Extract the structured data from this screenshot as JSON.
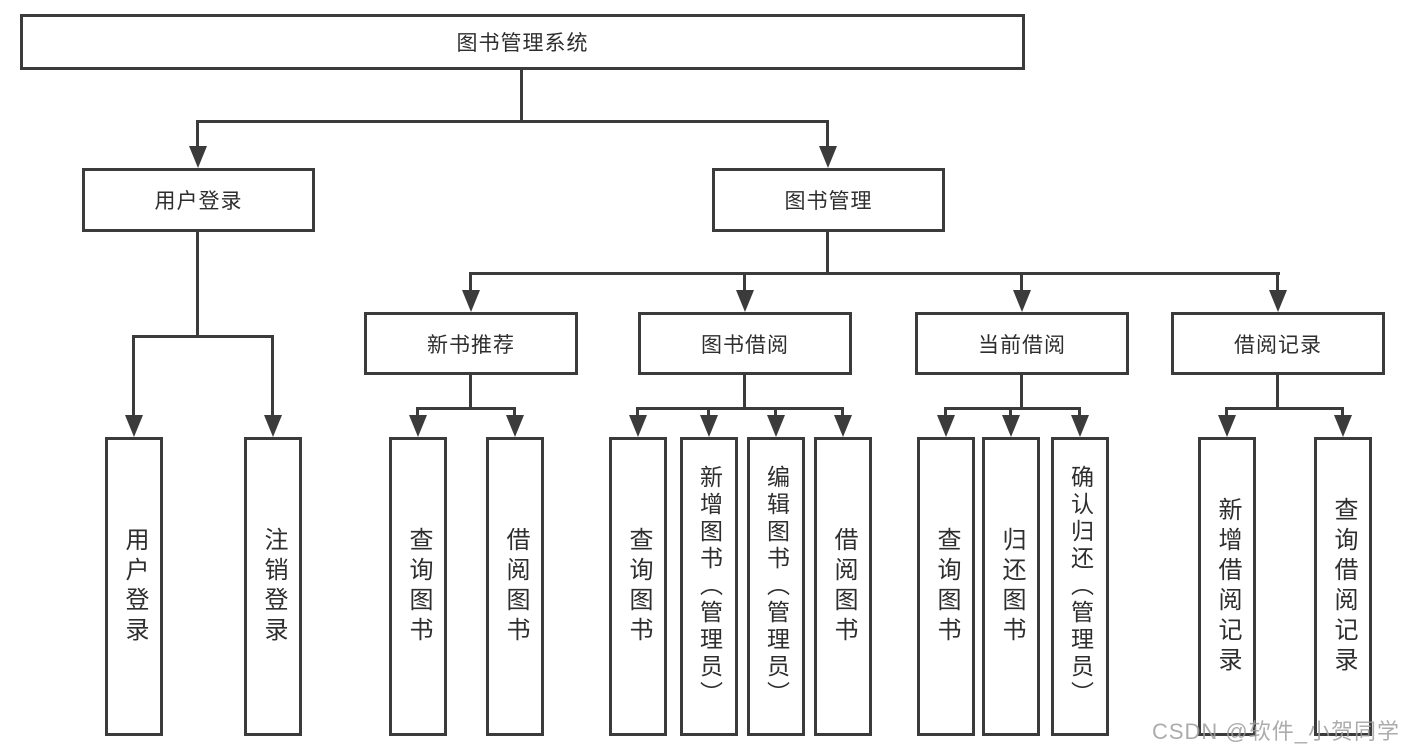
{
  "diagram": {
    "title": "图书管理系统",
    "tree": {
      "label": "图书管理系统",
      "children": [
        {
          "label": "用户登录",
          "children": [
            {
              "label": "用户登录"
            },
            {
              "label": "注销登录"
            }
          ]
        },
        {
          "label": "图书管理",
          "children": [
            {
              "label": "新书推荐",
              "children": [
                {
                  "label": "查询图书"
                },
                {
                  "label": "借阅图书"
                }
              ]
            },
            {
              "label": "图书借阅",
              "children": [
                {
                  "label": "查询图书"
                },
                {
                  "label": "新增图书（管理员）"
                },
                {
                  "label": "编辑图书（管理员）"
                },
                {
                  "label": "借阅图书"
                }
              ]
            },
            {
              "label": "当前借阅",
              "children": [
                {
                  "label": "查询图书"
                },
                {
                  "label": "归还图书"
                },
                {
                  "label": "确认归还（管理员）"
                }
              ]
            },
            {
              "label": "借阅记录",
              "children": [
                {
                  "label": "新增借阅记录"
                },
                {
                  "label": "查询借阅记录"
                }
              ]
            }
          ]
        }
      ]
    }
  },
  "watermark": {
    "text": "CSDN @软件_小贺同学"
  },
  "colors": {
    "line": "#3b3b3b",
    "box_border": "#3b3b3b",
    "text": "#2e2e2e",
    "background": "#ffffff",
    "watermark": "#9e9e9e"
  }
}
